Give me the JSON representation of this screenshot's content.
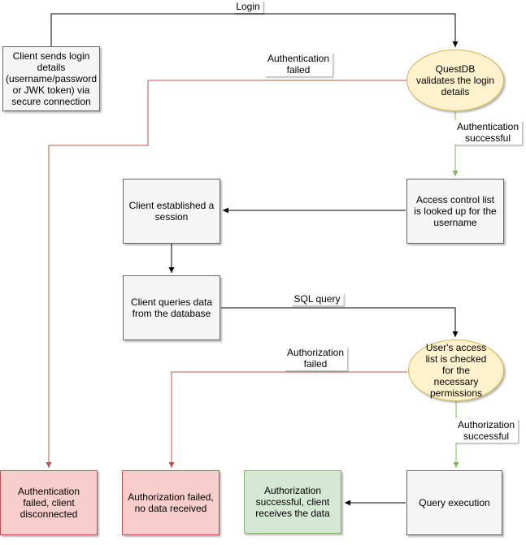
{
  "diagram": {
    "description": "QuestDB login authentication and authorization flowchart"
  },
  "nodes": {
    "client_login": {
      "label": "Client sends login details (username/password or JWK token) via secure connection"
    },
    "questdb_validates": {
      "label": "QuestDB validates the login details"
    },
    "acl_lookup": {
      "label": "Access control list is looked up for the username"
    },
    "client_session": {
      "label": "Client established a session"
    },
    "client_queries": {
      "label": "Client queries data from the database"
    },
    "access_check": {
      "label": "User's access list is checked for the necessary permissions"
    },
    "auth_failed": {
      "label": "Authentication failed, client disconnected"
    },
    "authz_failed": {
      "label": "Authorization failed, no data received"
    },
    "authz_success": {
      "label": "Authorization successful, client receives the data"
    },
    "query_execution": {
      "label": "Query execution"
    }
  },
  "edge_labels": {
    "login": "Login",
    "auth_failed": "Authentication\nfailed",
    "auth_success": "Authentication\nsuccessful",
    "sql_query": "SQL query",
    "authz_failed": "Authorization\nfailed",
    "authz_success": "Authorization\nsuccessful"
  },
  "colors": {
    "process_fill": "#f5f5f5",
    "process_stroke": "#666666",
    "decision_fill": "#fff2cc",
    "decision_stroke": "#d6b656",
    "error_fill": "#f8cecc",
    "error_stroke": "#b85450",
    "success_fill": "#d5e8d4",
    "success_stroke": "#82b366",
    "edge_black": "#000000",
    "edge_red": "#b85450",
    "edge_green": "#82b366"
  }
}
